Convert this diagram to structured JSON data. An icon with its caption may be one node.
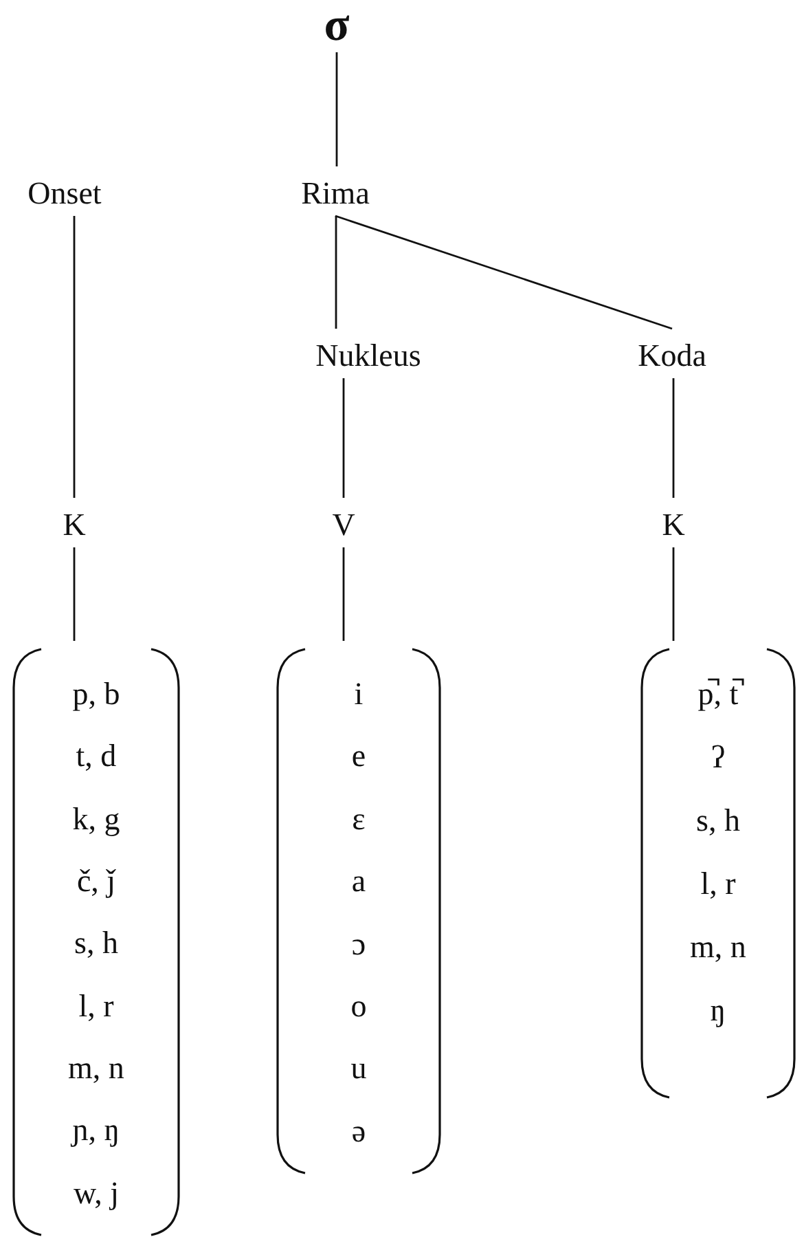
{
  "diagram": {
    "nodes": [
      {
        "text": [
          "σ"
        ]
      },
      {
        "text": [
          "Onset"
        ]
      },
      {
        "text": [
          "Rima"
        ]
      },
      {
        "text": [
          "Nukleus"
        ]
      },
      {
        "text": [
          "Koda"
        ]
      },
      {
        "text": [
          "K"
        ]
      },
      {
        "text": [
          "V"
        ]
      },
      {
        "text": [
          "K"
        ]
      },
      {
        "text": [
          "p, b",
          "t, d",
          "k, g",
          "č, ǰ",
          "s, h",
          "l, r",
          "m, n",
          "ɲ, ŋ",
          "w, j"
        ]
      },
      {
        "text": [
          "i",
          "e",
          "ɛ",
          "a",
          "ɔ",
          "o",
          "u",
          "ə"
        ]
      },
      {
        "text": [
          "p̚, t̚",
          "ʔ",
          "s, h",
          "l, r",
          "m, n",
          "ŋ"
        ]
      }
    ],
    "edges": [
      {
        "from": 0,
        "to": 2,
        "arrow": "none"
      },
      {
        "from": 1,
        "to": 5,
        "arrow": "none"
      },
      {
        "from": 2,
        "to": 3,
        "arrow": "none"
      },
      {
        "from": 2,
        "to": 4,
        "arrow": "none"
      },
      {
        "from": 3,
        "to": 6,
        "arrow": "none"
      },
      {
        "from": 4,
        "to": 7,
        "arrow": "none"
      },
      {
        "from": 5,
        "to": 8,
        "arrow": "none"
      },
      {
        "from": 6,
        "to": 9,
        "arrow": "none"
      },
      {
        "from": 7,
        "to": 10,
        "arrow": "none"
      }
    ]
  }
}
